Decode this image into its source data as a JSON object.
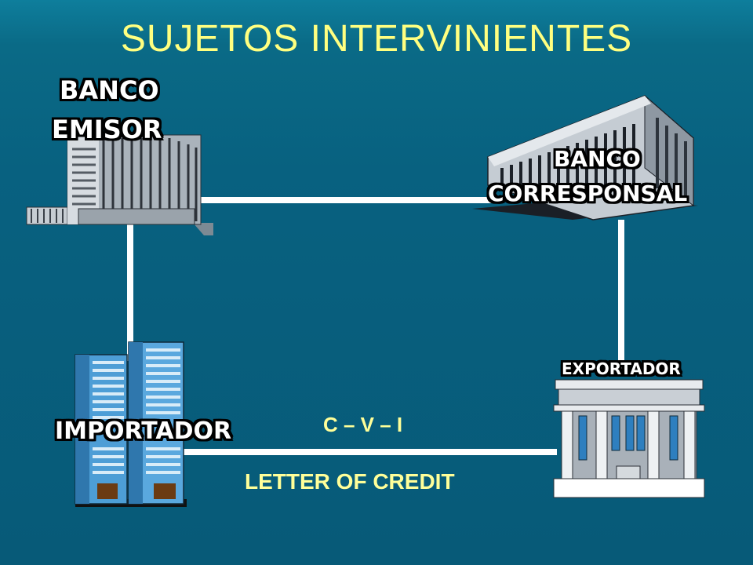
{
  "slide": {
    "title": "SUJETOS INTERVINIENTES",
    "nodes": {
      "issuing_bank": {
        "line1": "BANCO",
        "line2": "EMISOR"
      },
      "correspondent_bank": {
        "line1": "BANCO",
        "line2": "CORRESPONSAL"
      },
      "importer": {
        "label": "IMPORTADOR"
      },
      "exporter": {
        "label": "EXPORTADOR"
      }
    },
    "edge_labels": {
      "contract": "C – V – I",
      "instrument": "LETTER OF CREDIT"
    }
  },
  "colors": {
    "title": "#ffff80",
    "edge_label": "#ffff99",
    "connector": "#ffffff",
    "background": "#075a78"
  }
}
